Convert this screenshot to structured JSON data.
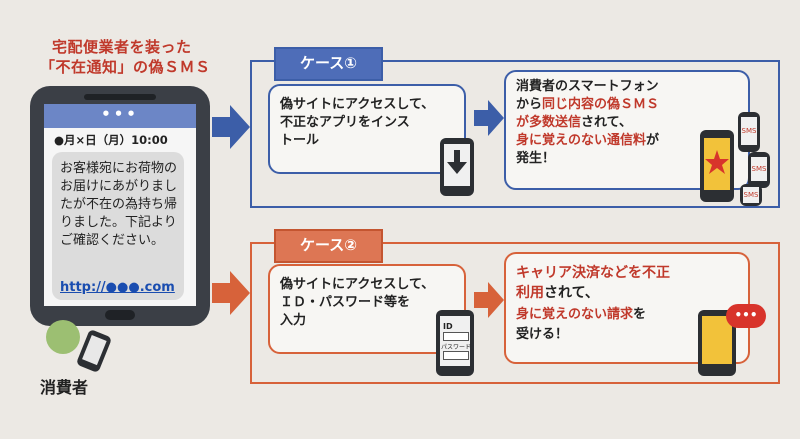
{
  "title": {
    "line1": "宅配便業者を装った",
    "line2": "「不在通知」の偽ＳＭＳ"
  },
  "phone": {
    "dots": "•••",
    "date": "●月×日（月）10:00",
    "message": "お客様宛にお荷物のお届けにあがりましたが不在の為持ち帰りました。下記よりご確認ください。",
    "link": "http://●●●.com"
  },
  "consumer_label": "消費者",
  "case1": {
    "label": "ケース①",
    "step1": [
      "偽サイトにアクセスして、",
      "不正なアプリをインス",
      "トール"
    ],
    "step2": {
      "line1": "消費者のスマートフォン",
      "line2_a": "から",
      "line2_b": "同じ内容の偽ＳＭＳ",
      "line3_a": "が多数送信",
      "line3_b": "されて、",
      "line4_a": "身に覚えのない通信料",
      "line4_b": "が",
      "line5": "発生！"
    },
    "sms_badge": "SMS"
  },
  "case2": {
    "label": "ケース②",
    "step1": [
      "偽サイトにアクセスして、",
      "ＩＤ・パスワード等を",
      "入力"
    ],
    "id_label": "ID",
    "pw_label": "パスワード",
    "step2": {
      "line1": "キャリア決済などを不正",
      "line2_a": "利用",
      "line2_b": "されて、",
      "line3_a": "身に覚えのない請求",
      "line3_b": "を",
      "line4": "受ける！"
    },
    "bubble_dots": "•••"
  },
  "colors": {
    "case1": "#3c5ea8",
    "case2": "#d7623a",
    "accent_red": "#c0392b",
    "link_blue": "#1a4db0"
  }
}
